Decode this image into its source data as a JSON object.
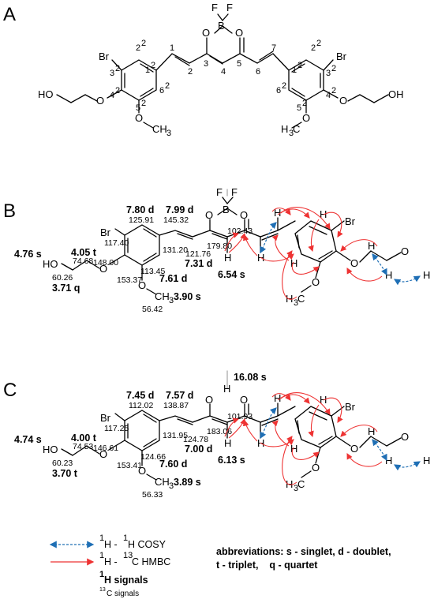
{
  "panels": {
    "a": "A",
    "b": "B",
    "c": "C"
  },
  "atoms": {
    "Br": "Br",
    "F": "F",
    "B": "B",
    "O": "O",
    "H": "H",
    "HO": "HO",
    "OH": "OH",
    "CH3": "CH",
    "H3C": "H",
    "three": "3"
  },
  "numbering": {
    "n1": "1",
    "n2": "2",
    "n3": "3",
    "n4": "4",
    "n5": "5",
    "n6": "6",
    "n7": "7",
    "base1": "1",
    "base2": "2",
    "base3": "3",
    "base4": "4",
    "base5": "5",
    "base6": "6",
    "sup": "2"
  },
  "panel_b": {
    "h_signals": {
      "h1": "7.80 d",
      "h2": "7.99 d",
      "h3": "4.05 t",
      "h4": "4.76 s",
      "h5": "7.31 d",
      "h6": "6.54 s",
      "h7": "7.61 d",
      "h8": "3.71 q",
      "h9": "3.90 s"
    },
    "c_signals": {
      "c1": "125.91",
      "c2": "145.32",
      "c3": "117.40",
      "c4": "74.68",
      "c5": "148.00",
      "c6": "131.20",
      "c7": "121.76",
      "c8": "179.80",
      "c9": "102.43",
      "c10": "113.45",
      "c11": "153.37",
      "c12": "60.26",
      "c13": "56.42"
    }
  },
  "panel_c": {
    "h_signals": {
      "h1": "7.45 d",
      "h2": "7.57 d",
      "h3": "16.08 s",
      "h4": "4.00 t",
      "h5": "4.74 s",
      "h6": "7.00 d",
      "h7": "6.13 s",
      "h8": "7.60 d",
      "h9": "3.70 t",
      "h10": "3.89 s"
    },
    "c_signals": {
      "c1": "112.02",
      "c2": "138.87",
      "c3": "117.25",
      "c4": "74.53",
      "c5": "146.61",
      "c6": "131.95",
      "c7": "124.78",
      "c8": "183.06",
      "c9": "101.93",
      "c10": "124.66",
      "c11": "153.41",
      "c12": "60.23",
      "c13": "56.33"
    }
  },
  "legend": {
    "cosy_a": "1",
    "cosy_b": "H - ",
    "cosy_c": "1",
    "cosy_d": "H COSY",
    "hmbc_a": "1",
    "hmbc_b": "H - ",
    "hmbc_c": "13",
    "hmbc_d": "C HMBC",
    "h_sup": "1",
    "h_label": "H signals",
    "c_sup": "13",
    "c_label": "C signals",
    "abbr1": "abbreviations: s - singlet, d - doublet,",
    "abbr2": "t - triplet,    q - quartet"
  },
  "colors": {
    "cosy": "#1f6fb5",
    "hmbc": "#ee3333"
  }
}
